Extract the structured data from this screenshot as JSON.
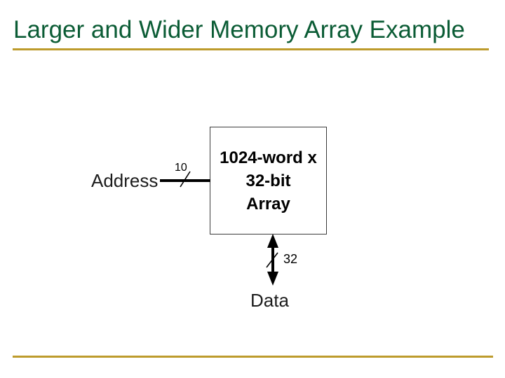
{
  "slide": {
    "title": "Larger and Wider Memory Array Example",
    "title_color": "#0b5c35",
    "rule_color": "#bd9b2c",
    "background_color": "#ffffff"
  },
  "diagram": {
    "name": "memory-array-block-diagram",
    "block": {
      "lines": [
        "1024-word x",
        "32-bit",
        "Array"
      ],
      "border_color": "#3b3b3b",
      "text_color": "#000000"
    },
    "address_port": {
      "label": "Address",
      "bus_width": "10",
      "direction": "input"
    },
    "data_port": {
      "label": "Data",
      "bus_width": "32",
      "direction": "bidirectional"
    }
  }
}
